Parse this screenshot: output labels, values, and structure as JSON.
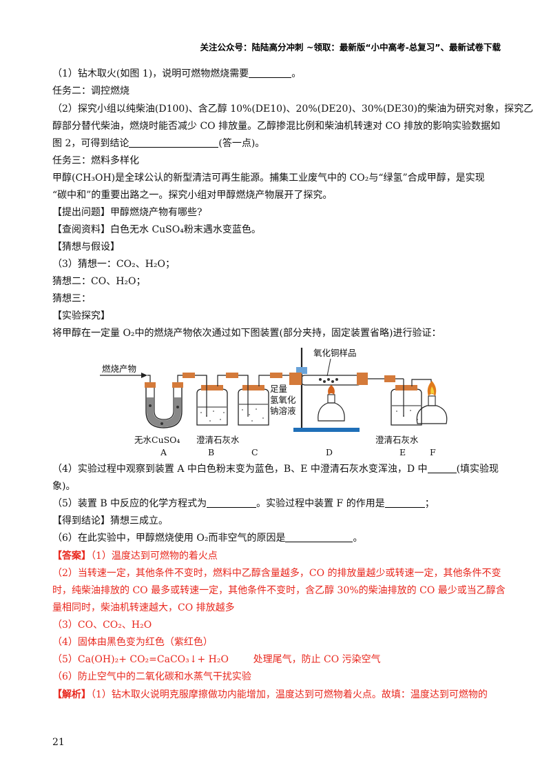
{
  "header": {
    "text": "关注公众号：陆陆高分冲刺 ~领取：最新版“小中高考-总复习”、最新试卷下载"
  },
  "q1": {
    "pre": "（1）钻木取火(如图 1)，说明可燃物燃烧需要",
    "post": "。"
  },
  "task2": "任务二：调控燃烧",
  "q2": {
    "line1": "（2）探究小组以纯柴油(D100)、含乙醇 10%(DE10)、20%(DE20)、30%(DE30)的柴油为研究对象，探究乙",
    "line2": "醇部分替代柴油，燃烧时能否减少 CO 排放量。乙醇掺混比例和柴油机转速对 CO 排放的影响实验数据如",
    "line3_pre": "图 2，可得到结论",
    "line3_post": "(答一点)。"
  },
  "task3": "任务三：燃料多样化",
  "intro": {
    "line1": "甲醇(CH₃OH)是全球公认的新型清洁可再生能源。捕集工业废气中的 CO₂与“绿氢”合成甲醇，是实现",
    "line2": "“碳中和”的重要出路之一。探究小组对甲醇燃烧产物展开了探究。"
  },
  "question": "【提出问题】甲醇燃烧产物有哪些?",
  "data_ref": "【查阅资料】白色无水 CuSO₄粉末遇水变蓝色。",
  "hypothesis": "【猜想与假设】",
  "g1": "（3）猜想一：CO₂、H₂O；",
  "g2": "猜想二：CO、H₂O；",
  "g3": "猜想三：",
  "exp": "【实验探究】",
  "exp_desc": "将甲醇在一定量 O₂中的燃烧产物依次通过如下图装置(部分夹持，固定装置省略)进行验证：",
  "apparatus": {
    "inlet": "燃烧产物",
    "sample": "氧化铜样品",
    "naoh1": "足量",
    "naoh2": "氢氧化",
    "naoh3": "钠溶液",
    "labelA": "无水CuSO₄",
    "labelB": "澄清石灰水",
    "labelE": "澄清石灰水",
    "letters": [
      "A",
      "B",
      "C",
      "D",
      "E",
      "F"
    ]
  },
  "q4": {
    "line1_pre": "（4）实验过程中观察到装置 A 中白色粉末变为蓝色，B、E 中澄清石灰水变浑浊，D 中",
    "line1_post": "(填实验现",
    "line2": "象)。"
  },
  "q5": {
    "pre": "（5）装置 B 中反应的化学方程式为",
    "mid": "。实验过程中装置 F 的作用是",
    "post": "；"
  },
  "conclusion": "【得到结论】猜想三成立。",
  "q6": {
    "pre": "（6）在此实验中，甲醇燃烧使用 O₂而非空气的原因是",
    "post": "。"
  },
  "answer": {
    "tag": "【答案】",
    "a1": "（1）温度达到可燃物的着火点",
    "a2_1": "（2）当转速一定，其他条件不变时，燃料中乙醇含量越多，CO 的排放量越少或转速一定，其他条件不变",
    "a2_2": "时，纯柴油排放的 CO 最多或转速一定，其他条件不变时，含乙醇 30%的柴油排放的 CO 最少或当乙醇含",
    "a2_3": "量相同时，柴油机转速越大，CO 排放越多",
    "a3": "（3）CO、CO₂、H₂O",
    "a4": "（4）固体由黑色变为红色（紫红色）",
    "a5": "（5）Ca(OH)₂+ CO₂=CaCO₃↓+ H₂O        处理尾气，防止 CO 污染空气",
    "a6": "（6）防止空气中的二氧化碳和水蒸气干扰实验"
  },
  "analysis": {
    "tag": "【解析】",
    "text": "（1）钻木取火说明克服摩擦做功内能增加，温度达到可燃物着火点。故填：温度达到可燃物的"
  },
  "page_number": "21"
}
